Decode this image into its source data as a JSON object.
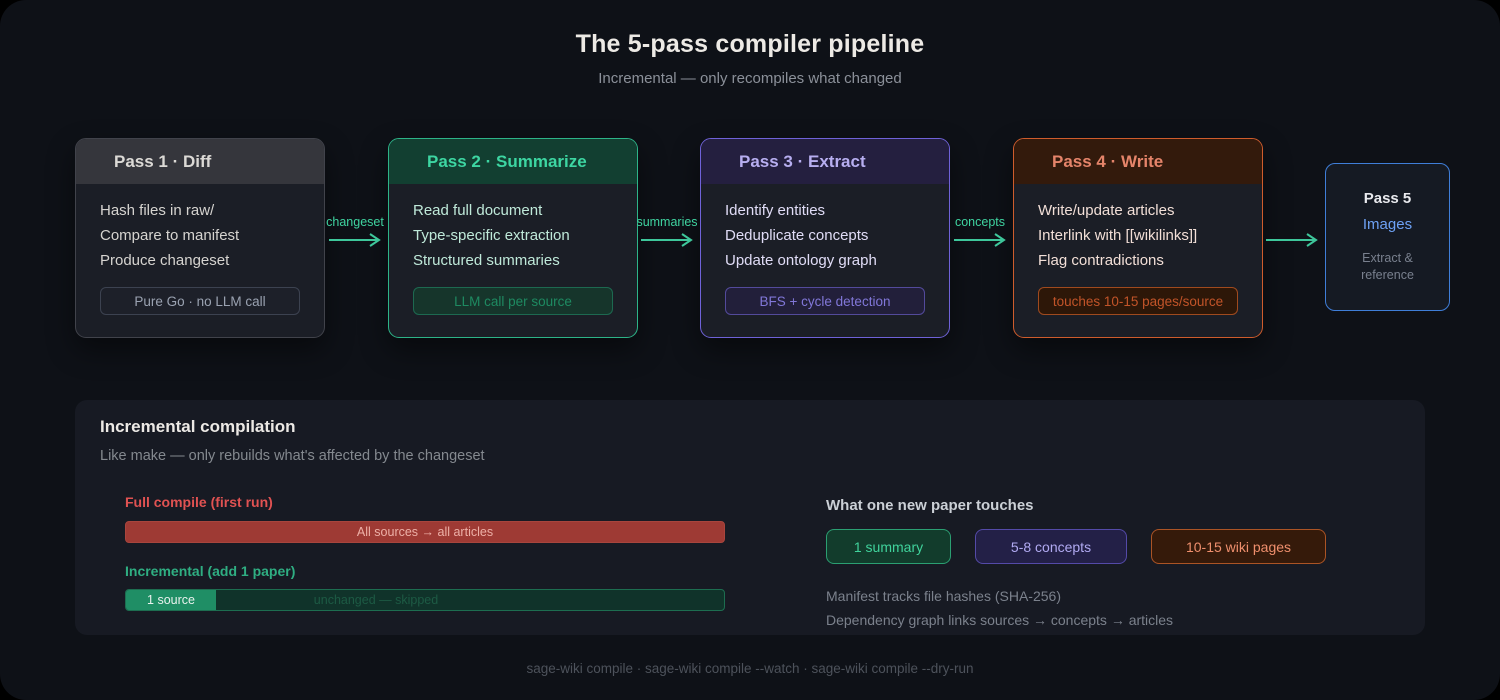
{
  "page": {
    "title": "The 5-pass compiler pipeline",
    "subtitle": "Incremental — only recompiles what changed",
    "footer": "sage-wiki compile · sage-wiki compile --watch · sage-wiki compile --dry-run"
  },
  "passes": [
    {
      "title": "Pass 1 · Diff",
      "lines": [
        "Hash files in raw/",
        "Compare to manifest",
        "Produce changeset"
      ],
      "badge": "Pure Go · no LLM call",
      "arrow_label": "changeset",
      "accent": "#41434b"
    },
    {
      "title": "Pass 2 · Summarize",
      "lines": [
        "Read full document",
        "Type-specific extraction",
        "Structured summaries"
      ],
      "badge": "LLM call per source",
      "arrow_label": "summaries",
      "accent": "#2db488"
    },
    {
      "title": "Pass 3 · Extract",
      "lines": [
        "Identify entities",
        "Deduplicate concepts",
        "Update ontology graph"
      ],
      "badge": "BFS + cycle detection",
      "arrow_label": "concepts",
      "accent": "#6f62d8"
    },
    {
      "title": "Pass 4 · Write",
      "lines": [
        "Write/update articles",
        "Interlink with [[wikilinks]]",
        "Flag contradictions"
      ],
      "badge": "touches 10-15 pages/source",
      "arrow_label": "",
      "accent": "#cf5c2c"
    },
    {
      "title": "Pass 5",
      "subtitle": "Images",
      "note": "Extract & reference",
      "accent": "#3f7ed8"
    }
  ],
  "incremental_panel": {
    "title": "Incremental compilation",
    "subtitle": "Like make — only rebuilds what's affected by the changeset",
    "full_compile": {
      "label": "Full compile (first run)",
      "bar_text": "All sources → all articles"
    },
    "incremental": {
      "label": "Incremental (add 1 paper)",
      "segment_text": "1 source",
      "skipped_text": "unchanged — skipped"
    },
    "touches": {
      "title": "What one new paper touches",
      "chips": [
        {
          "label": "1 summary"
        },
        {
          "label": "5-8 concepts"
        },
        {
          "label": "10-15 wiki pages"
        }
      ]
    },
    "notes": [
      "Manifest tracks file hashes (SHA-256)",
      "Dependency graph links sources → concepts → articles"
    ]
  },
  "colors": {
    "background": "#0e1117",
    "panel": "#171a23",
    "card_body": "#1b1e26",
    "arrow": "#3ec79b",
    "emerald": "#2db488",
    "purple": "#6f62d8",
    "orange": "#cf5c2c",
    "blue": "#3f7ed8",
    "red_label": "#e05252",
    "bar_red_fill": "#9e3a34",
    "bar_green_fill": "#1f8e65"
  }
}
